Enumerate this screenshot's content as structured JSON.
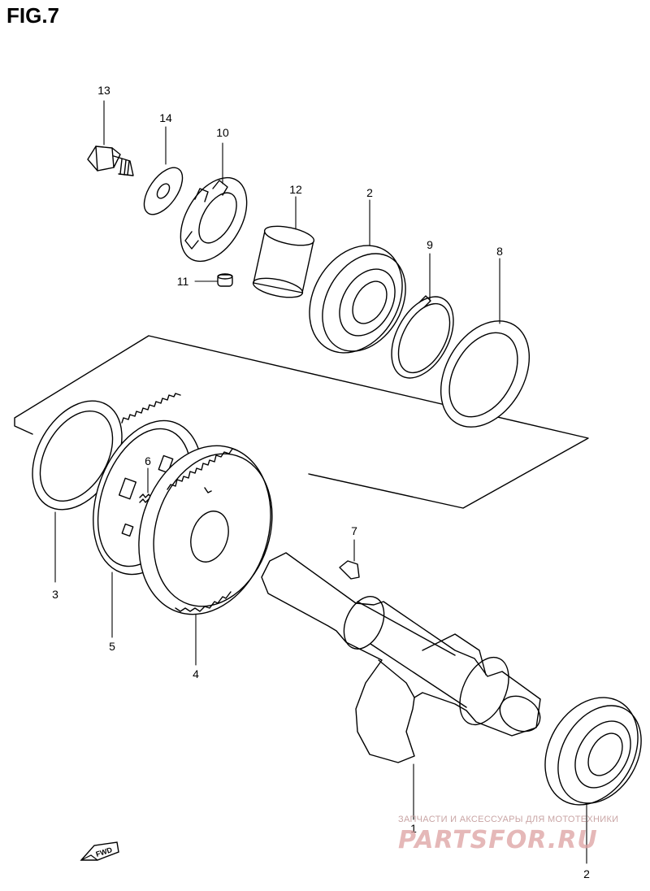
{
  "figure": {
    "title": "FIG.7"
  },
  "labels": {
    "p1": "1",
    "p2a": "2",
    "p2b": "2",
    "p3": "3",
    "p4": "4",
    "p5": "5",
    "p6": "6",
    "p7": "7",
    "p8": "8",
    "p9": "9",
    "p10": "10",
    "p11": "11",
    "p12": "12",
    "p13": "13",
    "p14": "14"
  },
  "fwd": {
    "label": "FWD"
  },
  "watermark": {
    "line1": "ЗАПЧАСТИ И АКСЕССУАРЫ ДЛЯ МОТОТЕХНИКИ",
    "line2": "PARTSFOR.RU"
  },
  "colors": {
    "ink": "#000000",
    "paper": "#ffffff",
    "watermark": "#d9a0a0"
  }
}
